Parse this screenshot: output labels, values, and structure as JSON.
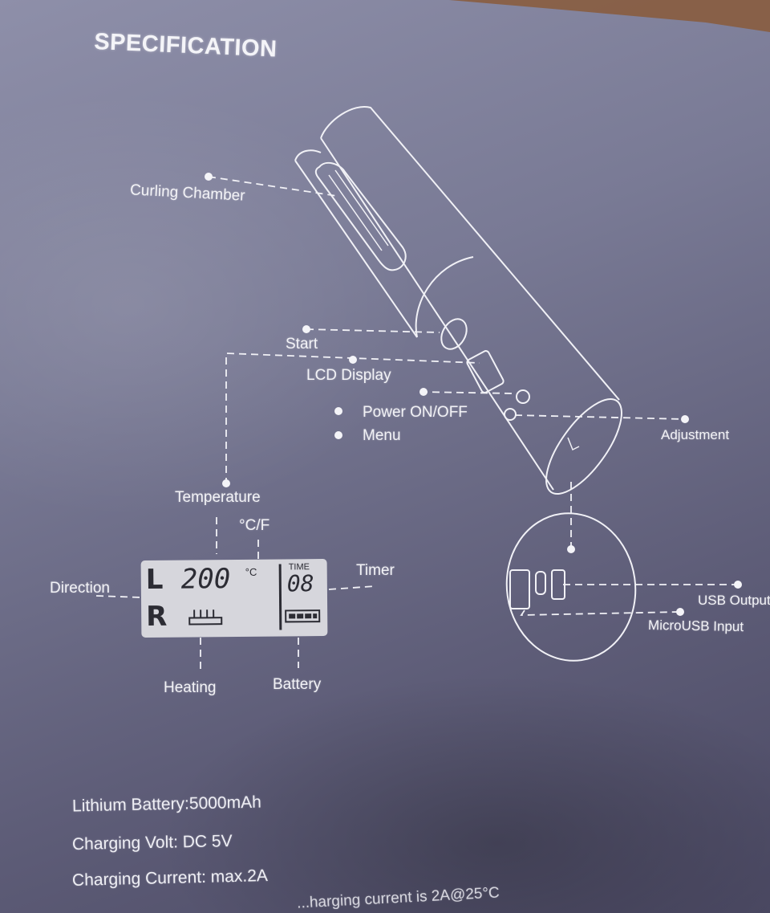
{
  "title": "SPECIFICATION",
  "labels": {
    "curling_chamber": "Curling Chamber",
    "start": "Start",
    "lcd_display": "LCD Display",
    "power": "Power ON/OFF",
    "menu": "Menu",
    "adjustment": "Adjustment",
    "temperature": "Temperature",
    "unit": "°C/F",
    "direction": "Direction",
    "timer": "Timer",
    "heating": "Heating",
    "battery": "Battery",
    "usb_output": "USB Output",
    "microusb_input": "MicroUSB Input"
  },
  "lcd": {
    "dir_left": "L",
    "dir_right": "R",
    "temperature_value": "200",
    "temperature_unit": "°C",
    "time_label": "TIME",
    "time_value": "08"
  },
  "specs": [
    "Lithium Battery:5000mAh",
    "Charging Volt: DC 5V",
    "Charging Current: max.2A",
    "...harging current is 2A@25°C"
  ],
  "colors": {
    "paper": "#797a95",
    "ink": "#f1f1f6",
    "lcd_background": "#d6d6dc"
  }
}
